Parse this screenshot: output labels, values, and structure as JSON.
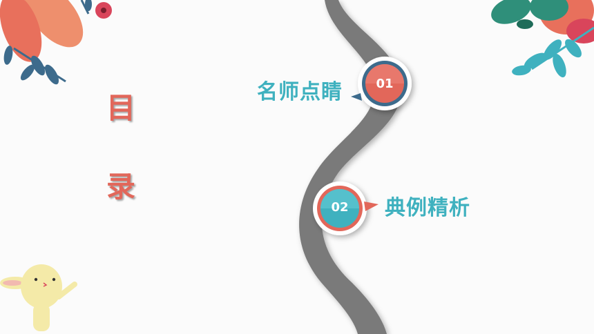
{
  "heading": {
    "chars": [
      "目",
      "录"
    ]
  },
  "items": [
    {
      "number": "01",
      "label": "名师点睛"
    },
    {
      "number": "02",
      "label": "典例精析"
    }
  ],
  "colors": {
    "accent_red": "#e2675a",
    "accent_teal": "#3fb1bf",
    "path_gray": "#7a7a7a",
    "badge_outline": "#3d6b8c"
  },
  "decorations": {
    "top_left": "leaf-cluster-icon",
    "top_right": "leaf-cluster-icon",
    "bottom_left": "bunny-icon"
  }
}
